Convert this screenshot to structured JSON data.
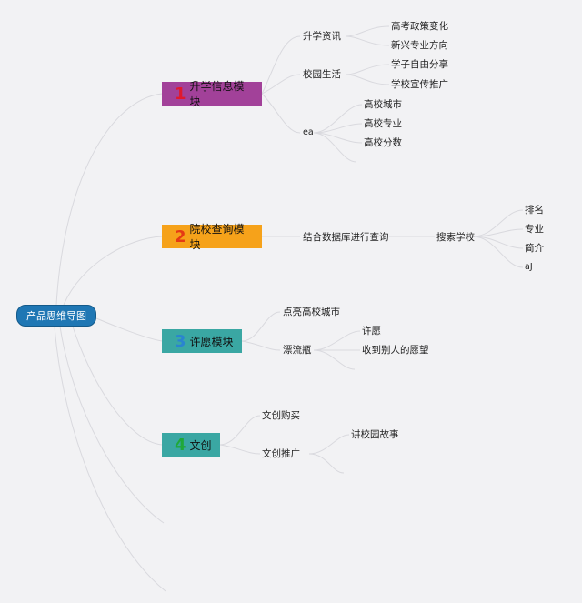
{
  "root": {
    "label": "产品思维导图"
  },
  "modules": [
    {
      "num": "1",
      "label": "升学信息模块"
    },
    {
      "num": "2",
      "label": "院校查询模块"
    },
    {
      "num": "3",
      "label": "许愿模块"
    },
    {
      "num": "4",
      "label": "文创"
    }
  ],
  "m1": {
    "b1": {
      "label": "升学资讯",
      "children": [
        "高考政策变化",
        "新兴专业方向"
      ]
    },
    "b2": {
      "label": "校园生活",
      "children": [
        "学子自由分享",
        "学校宣传推广"
      ]
    },
    "b3": {
      "label": "ea",
      "children": [
        "高校城市",
        "高校专业",
        "高校分数"
      ]
    }
  },
  "m2": {
    "b1": {
      "label": "结合数据库进行查询"
    },
    "b2": {
      "label": "搜索学校",
      "children": [
        "排名",
        "专业",
        "简介",
        "aJ"
      ]
    }
  },
  "m3": {
    "b1": {
      "label": "点亮高校城市"
    },
    "b2": {
      "label": "漂流瓶",
      "children": [
        "许愿",
        "收到别人的愿望"
      ]
    }
  },
  "m4": {
    "b1": {
      "label": "文创购买"
    },
    "b2": {
      "label": "文创推广",
      "children": [
        "讲校园故事"
      ]
    }
  },
  "colors": {
    "edge": "#d9d9de",
    "root": "#1f77b4",
    "m1": "#a24199",
    "m2": "#f6a21a",
    "m3": "#3aa7a3",
    "m4": "#3aa7a3"
  }
}
